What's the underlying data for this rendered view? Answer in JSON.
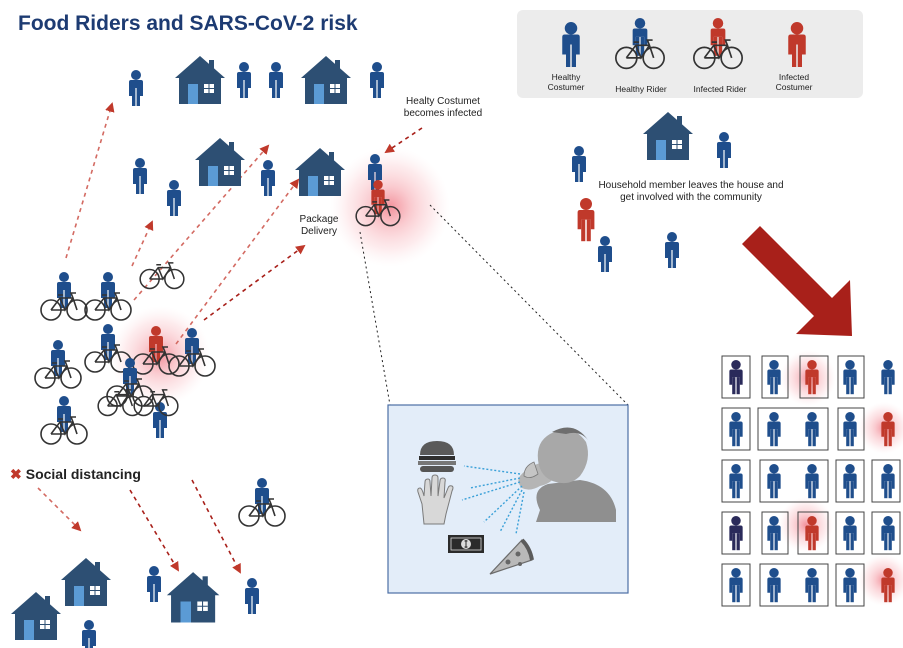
{
  "title": "Food Riders and SARS-CoV-2 risk",
  "legend": {
    "healthy_costumer": "Healthy Costumer",
    "healthy_rider": "Healthy Rider",
    "infected_rider": "Infected  Rider",
    "infected_costumer": "Infected Costumer"
  },
  "labels": {
    "healthy_becomes_infected": "Healty Costumet becomes infected",
    "package_delivery": "Package Delivery",
    "household_member": "Household member leaves the house and get involved with the community",
    "social_distancing": "Social distancing",
    "social_distancing_mark": "✖"
  },
  "colors": {
    "healthy": "#1f4e8c",
    "infected": "#c0392b",
    "house": "#2d4f73",
    "arrow": "#a8201a",
    "legend_bg": "#ececec",
    "zoom_bg": "#e3edf9"
  },
  "icons": [
    "person-icon",
    "house-icon",
    "bicycle-icon",
    "burger-icon",
    "hand-icon",
    "money-icon",
    "pizza-icon",
    "coughing-person-icon"
  ]
}
